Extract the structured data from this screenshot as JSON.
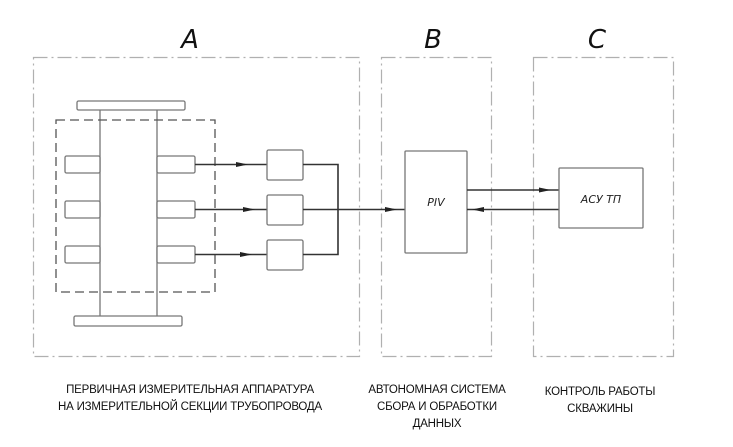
{
  "diagram": {
    "zones": [
      {
        "id": "A",
        "letter": "A",
        "caption_lines": [
          "ПЕРВИЧНАЯ ИЗМЕРИТЕЛЬНАЯ АППАРАТУРА",
          "НА ИЗМЕРИТЕЛЬНОЙ СЕКЦИИ ТРУБОПРОВОДА"
        ]
      },
      {
        "id": "B",
        "letter": "B",
        "caption_lines": [
          "АВТОНОМНАЯ СИСТЕМА",
          "СБОРА И ОБРАБОТКИ",
          "ДАННЫХ"
        ]
      },
      {
        "id": "C",
        "letter": "C",
        "caption_lines": [
          "КОНТРОЛЬ РАБОТЫ",
          "СКВАЖИНЫ"
        ]
      }
    ],
    "blocks": {
      "piv": "PIV",
      "acs": "АСУ ТП"
    },
    "sensor_count": 3,
    "colors": {
      "frame": "#b0b0b0",
      "line": "#555555",
      "signal": "#333333"
    }
  }
}
